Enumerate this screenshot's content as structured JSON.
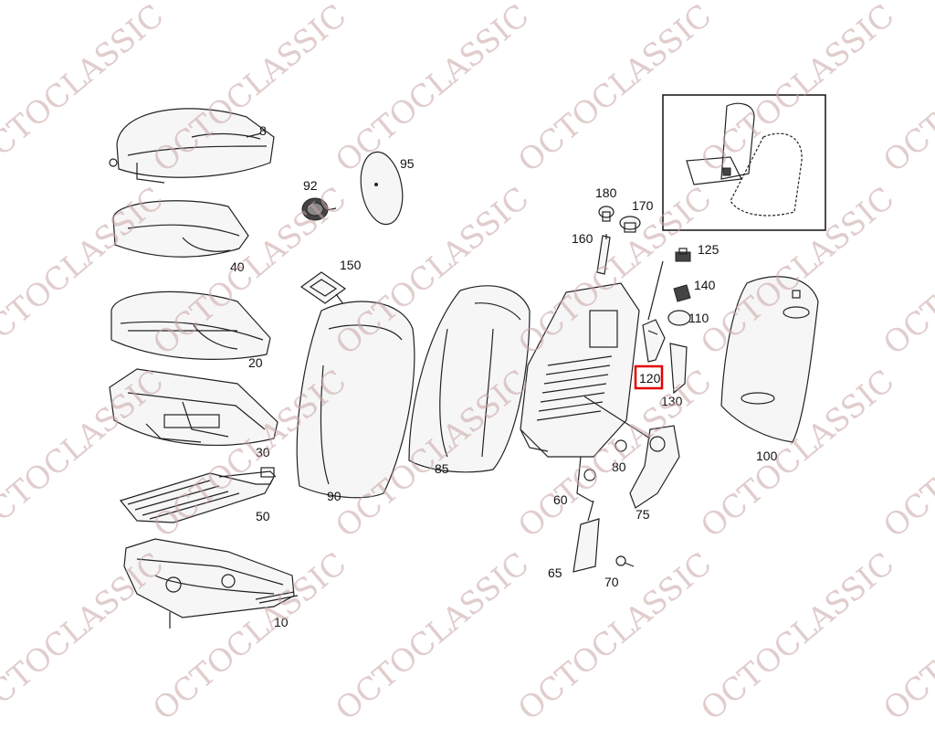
{
  "watermark": {
    "text": "OCTOCLASSIC",
    "color": "#c9a5a5"
  },
  "highlight": {
    "part": "120",
    "color": "#e10000"
  },
  "parts": [
    {
      "id": "p8",
      "label": "8"
    },
    {
      "id": "p40",
      "label": "40"
    },
    {
      "id": "p20",
      "label": "20"
    },
    {
      "id": "p30",
      "label": "30"
    },
    {
      "id": "p50",
      "label": "50"
    },
    {
      "id": "p10",
      "label": "10"
    },
    {
      "id": "p92",
      "label": "92"
    },
    {
      "id": "p95",
      "label": "95"
    },
    {
      "id": "p150",
      "label": "150"
    },
    {
      "id": "p90",
      "label": "90"
    },
    {
      "id": "p85",
      "label": "85"
    },
    {
      "id": "p180",
      "label": "180"
    },
    {
      "id": "p170",
      "label": "170"
    },
    {
      "id": "p160",
      "label": "160"
    },
    {
      "id": "p125",
      "label": "125"
    },
    {
      "id": "p140",
      "label": "140"
    },
    {
      "id": "p110",
      "label": "110"
    },
    {
      "id": "p120",
      "label": "120"
    },
    {
      "id": "p130",
      "label": "130"
    },
    {
      "id": "p100",
      "label": "100"
    },
    {
      "id": "p80",
      "label": "80"
    },
    {
      "id": "p60",
      "label": "60"
    },
    {
      "id": "p75",
      "label": "75"
    },
    {
      "id": "p65",
      "label": "65"
    },
    {
      "id": "p70",
      "label": "70"
    }
  ]
}
